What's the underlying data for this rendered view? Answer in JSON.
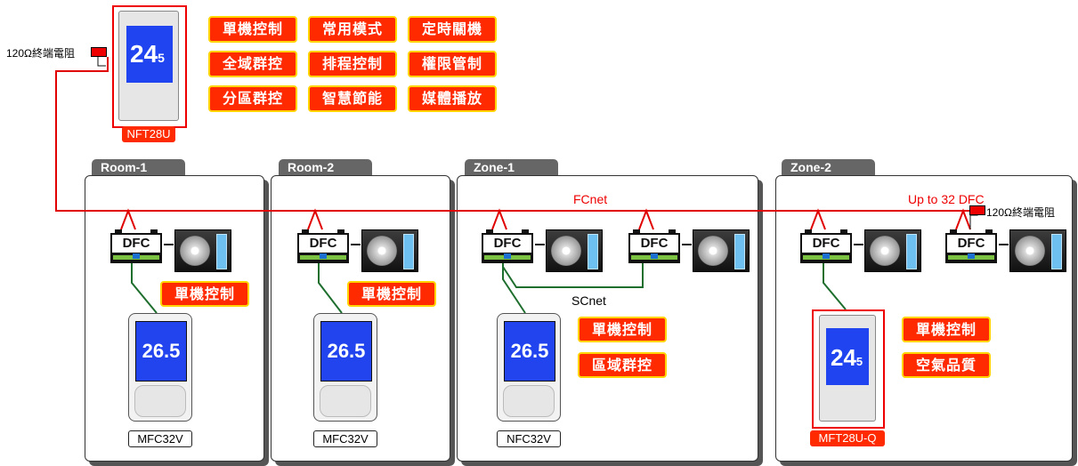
{
  "nft28u_label": "NFT28U",
  "terminator_left": "120Ω終端電阻",
  "terminator_right": "120Ω終端電阻",
  "display_big": "24",
  "display_small": "5",
  "display_small2": "5",
  "features": [
    "單機控制",
    "常用模式",
    "定時關機",
    "全域群控",
    "排程控制",
    "權限管制",
    "分區群控",
    "智慧節能",
    "媒體播放"
  ],
  "rooms": [
    {
      "name": "Room-1",
      "tags": [
        "單機控制"
      ],
      "controller": "MFC32V"
    },
    {
      "name": "Room-2",
      "tags": [
        "單機控制"
      ],
      "controller": "MFC32V"
    },
    {
      "name": "Zone-1",
      "tags": [
        "單機控制",
        "區域群控"
      ],
      "controller": "NFC32V"
    },
    {
      "name": "Zone-2",
      "tags": [
        "單機控制",
        "空氣品質"
      ],
      "controller": "MFT28U-Q"
    }
  ],
  "dfc_label": "DFC",
  "fcnet_label": "FCnet",
  "scnet_label": "SCnet",
  "up_to_label": "Up to 32 DFC",
  "remote_temp": "26.5",
  "colors": {
    "red": "#ff2a00",
    "border_yellow": "#ffd400",
    "wire_red": "#e00000",
    "wire_green": "#1e6e2e"
  }
}
